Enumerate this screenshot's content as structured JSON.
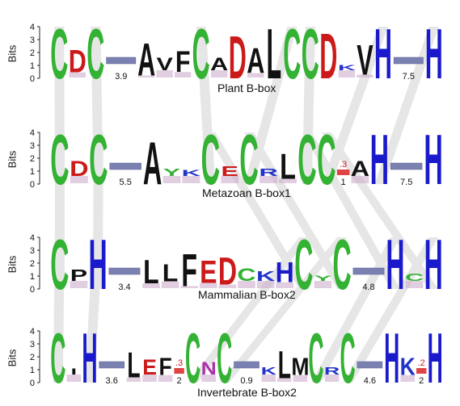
{
  "figure": {
    "y_axis_label": "Bits",
    "y_ticks": [
      "0",
      "1",
      "2",
      "3",
      "4"
    ],
    "colors": {
      "C": "#33b233",
      "H": "#1a1acc",
      "D": "#cc1a1a",
      "E": "#cc1a1a",
      "L": "#111111",
      "A": "#111111",
      "F": "#111111",
      "V": "#111111",
      "I": "#111111",
      "Y": "#33b233",
      "N": "#aa33aa",
      "K": "#2233cc",
      "R": "#2233cc",
      "P": "#111111",
      "Q": "#aa33aa",
      "S": "#33b233",
      "G": "#33b233",
      "M": "#111111",
      "gap_bar": "#7a80b0",
      "insert_bar": "#e04444",
      "connector": "#e6e6e6"
    }
  },
  "panels": [
    {
      "title": "Plant B-box",
      "logo": [
        {
          "l": "C",
          "h": 4.0
        },
        {
          "l": "D",
          "h": 1.8
        },
        {
          "l": "C",
          "h": 4.0
        },
        {
          "gap": "3.9"
        },
        {
          "l": "A",
          "h": 2.6
        },
        {
          "l": "V",
          "h": 1.0
        },
        {
          "l": "F",
          "h": 1.7
        },
        {
          "l": "C",
          "h": 4.0
        },
        {
          "l": "A",
          "h": 1.0
        },
        {
          "l": "D",
          "h": 3.4
        },
        {
          "l": "A",
          "h": 2.0
        },
        {
          "l": "L",
          "h": 4.0
        },
        {
          "l": "C",
          "h": 4.0
        },
        {
          "l": "C",
          "h": 4.0
        },
        {
          "l": "D",
          "h": 3.6
        },
        {
          "l": "K",
          "h": 0.4
        },
        {
          "l": "V",
          "h": 2.4
        },
        {
          "l": "H",
          "h": 4.0
        },
        {
          "gap": "7.5"
        },
        {
          "l": "H",
          "h": 4.0
        }
      ]
    },
    {
      "title": "Metazoan B-box1",
      "logo": [
        {
          "l": "C",
          "h": 4.0
        },
        {
          "l": "D",
          "h": 1.2
        },
        {
          "l": "C",
          "h": 4.0
        },
        {
          "gap": "5.5"
        },
        {
          "l": "A",
          "h": 3.4
        },
        {
          "l": "Y",
          "h": 0.6
        },
        {
          "l": "K",
          "h": 0.5
        },
        {
          "l": "C",
          "h": 4.0
        },
        {
          "l": "E",
          "h": 0.8
        },
        {
          "l": "C",
          "h": 4.0
        },
        {
          "l": "R",
          "h": 0.6
        },
        {
          "l": "L",
          "h": 2.0
        },
        {
          "l": "C",
          "h": 4.0
        },
        {
          "l": "C",
          "h": 4.0
        },
        {
          "insert": "1",
          "top": ".3"
        },
        {
          "l": "A",
          "h": 1.2
        },
        {
          "l": "H",
          "h": 4.0
        },
        {
          "gap": "7.5"
        },
        {
          "l": "H",
          "h": 4.0
        }
      ]
    },
    {
      "title": "Mammalian B-box2",
      "logo": [
        {
          "l": "C",
          "h": 4.0
        },
        {
          "l": "P",
          "h": 0.9
        },
        {
          "l": "H",
          "h": 4.0
        },
        {
          "gap": "3.4"
        },
        {
          "l": "L",
          "h": 1.9
        },
        {
          "l": "L",
          "h": 1.4
        },
        {
          "l": "F",
          "h": 2.6
        },
        {
          "l": "E",
          "h": 1.8
        },
        {
          "l": "D",
          "h": 2.2
        },
        {
          "l": "C",
          "h": 1.0
        },
        {
          "l": "K",
          "h": 0.8
        },
        {
          "l": "H",
          "h": 1.6
        },
        {
          "l": "C",
          "h": 4.0
        },
        {
          "l": "Y",
          "h": 0.4
        },
        {
          "l": "C",
          "h": 4.0
        },
        {
          "gap": "4.8"
        },
        {
          "l": "H",
          "h": 4.0
        },
        {
          "l": "C",
          "h": 0.6
        },
        {
          "l": "H",
          "h": 4.0
        }
      ]
    },
    {
      "title": "Invertebrate B-box2",
      "logo": [
        {
          "l": "C",
          "h": 4.0
        },
        {
          "l": "I",
          "h": 0.5
        },
        {
          "l": "H",
          "h": 4.0
        },
        {
          "gap": "3.6"
        },
        {
          "l": "L",
          "h": 2.0
        },
        {
          "l": "E",
          "h": 1.2
        },
        {
          "l": "F",
          "h": 1.4
        },
        {
          "insert": "2",
          "top": ".3"
        },
        {
          "l": "C",
          "h": 4.0
        },
        {
          "l": "N",
          "h": 1.0
        },
        {
          "l": "C",
          "h": 4.0
        },
        {
          "gap": "0.9"
        },
        {
          "l": "K",
          "h": 0.6
        },
        {
          "l": "L",
          "h": 2.2
        },
        {
          "l": "M",
          "h": 1.4
        },
        {
          "l": "C",
          "h": 4.0
        },
        {
          "l": "R",
          "h": 0.6
        },
        {
          "l": "C",
          "h": 4.0
        },
        {
          "gap": "4.6"
        },
        {
          "l": "H",
          "h": 4.0
        },
        {
          "l": "K",
          "h": 1.4
        },
        {
          "insert": "2",
          "top": ".2"
        },
        {
          "l": "H",
          "h": 4.0
        }
      ]
    }
  ]
}
